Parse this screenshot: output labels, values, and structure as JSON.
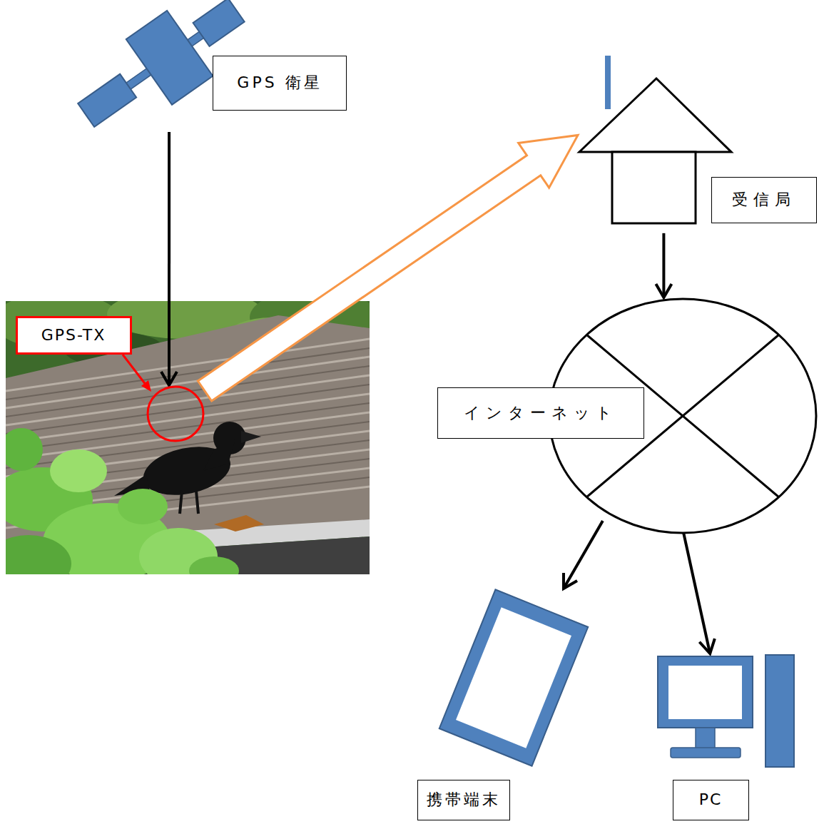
{
  "diagram": {
    "nodes": [
      {
        "text": [
          "GPS 衛星"
        ]
      },
      {
        "text": [
          "受信局"
        ]
      },
      {
        "text": [
          "GPS-TX"
        ]
      },
      {
        "text": [
          "インターネット"
        ]
      },
      {
        "text": [
          "携帯端末"
        ]
      },
      {
        "text": [
          "PC"
        ]
      }
    ],
    "edges": [
      {
        "from": 0,
        "to": 2,
        "arrow": "to"
      },
      {
        "from": 2,
        "to": 1,
        "arrow": "to"
      },
      {
        "from": 1,
        "to": 3,
        "arrow": "to"
      },
      {
        "from": 3,
        "to": 4,
        "arrow": "to"
      },
      {
        "from": 3,
        "to": 5,
        "arrow": "to"
      }
    ]
  }
}
